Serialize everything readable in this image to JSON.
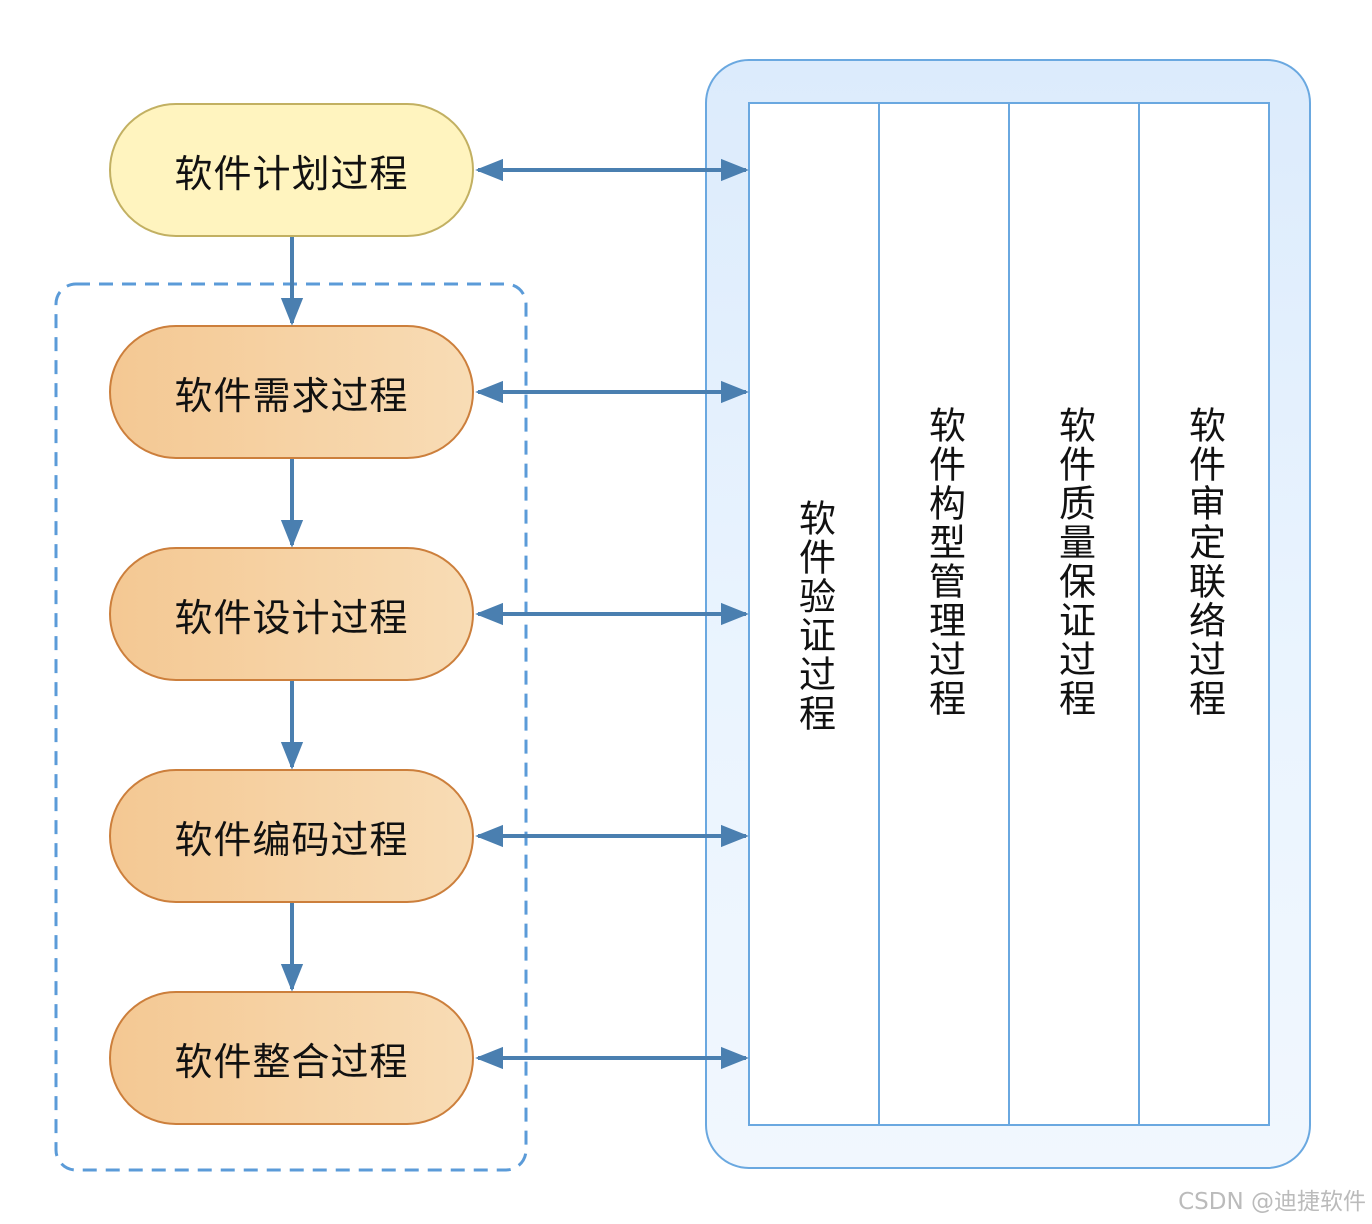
{
  "diagram": {
    "plan_process": "软件计划过程",
    "dev_processes": [
      "软件需求过程",
      "软件设计过程",
      "软件编码过程",
      "软件整合过程"
    ],
    "integral_processes": [
      "软件验证过程",
      "软件构型管理过程",
      "软件质量保证过程",
      "软件审定联络过程"
    ]
  },
  "watermark": "CSDN @迪捷软件",
  "colors": {
    "arrow": "#4a7fb0",
    "dashed_border": "#5b9bd8",
    "panel_border": "#6aa8e0",
    "plan_fill": "#fff4bf",
    "plan_border": "#c2b062",
    "dev_fill": "#f4c893",
    "dev_border": "#cc7f3c"
  }
}
